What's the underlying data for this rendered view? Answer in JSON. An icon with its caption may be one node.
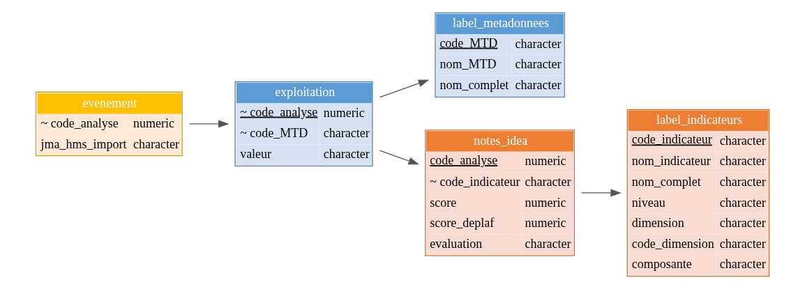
{
  "diagram": {
    "nodes": [
      {
        "text": [
          "evenement",
          "~ code_analyse",
          "numeric",
          "jma_hms_import",
          "character"
        ]
      },
      {
        "text": [
          "exploitation",
          "~ code_analyse",
          "numeric",
          "~ code_MTD",
          "character",
          "valeur",
          "character"
        ]
      },
      {
        "text": [
          "label_metadonnees",
          "code_MTD",
          "character",
          "nom_MTD",
          "character",
          "nom_complet",
          "character"
        ]
      },
      {
        "text": [
          "notes_idea",
          "code_analyse",
          "numeric",
          "~ code_indicateur",
          "character",
          "score",
          "numeric",
          "score_deplaf",
          "numeric",
          "evaluation",
          "character"
        ]
      },
      {
        "text": [
          "label_indicateurs",
          "code_indicateur",
          "character",
          "nom_indicateur",
          "character",
          "nom_complet",
          "character",
          "niveau",
          "character",
          "dimension",
          "character",
          "code_dimension",
          "character",
          "composante",
          "character"
        ]
      }
    ],
    "edges": [
      {
        "from": 0,
        "to": 1,
        "arrow": "to"
      },
      {
        "from": 1,
        "to": 2,
        "arrow": "to"
      },
      {
        "from": 1,
        "to": 3,
        "arrow": "to"
      },
      {
        "from": 3,
        "to": 4,
        "arrow": "to"
      }
    ]
  }
}
